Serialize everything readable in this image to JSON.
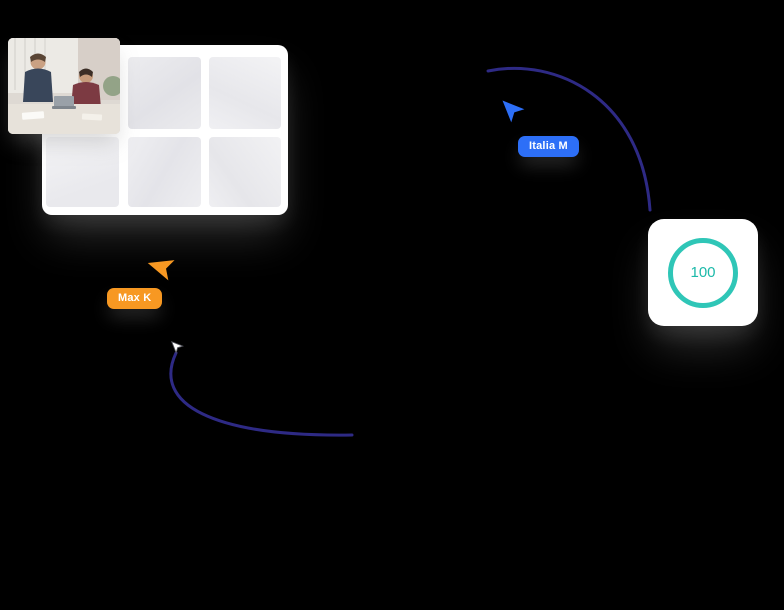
{
  "scene": {
    "background_color": "#000000"
  },
  "photo_card": {
    "photo_name": "team-meeting-photo",
    "thumbnails": [
      "thumb-1",
      "thumb-2",
      "thumb-3",
      "thumb-4",
      "thumb-5"
    ]
  },
  "cursor_tags": {
    "orange": {
      "label": "Max K",
      "color": "#F79822"
    },
    "blue": {
      "label": "Italia M",
      "color": "#2D6FF7"
    }
  },
  "score_widget": {
    "value": "100",
    "ring_color": "#2FC6B7",
    "text_color": "#1CB9A9"
  },
  "connectors": {
    "stroke_color": "#2E2A85"
  }
}
